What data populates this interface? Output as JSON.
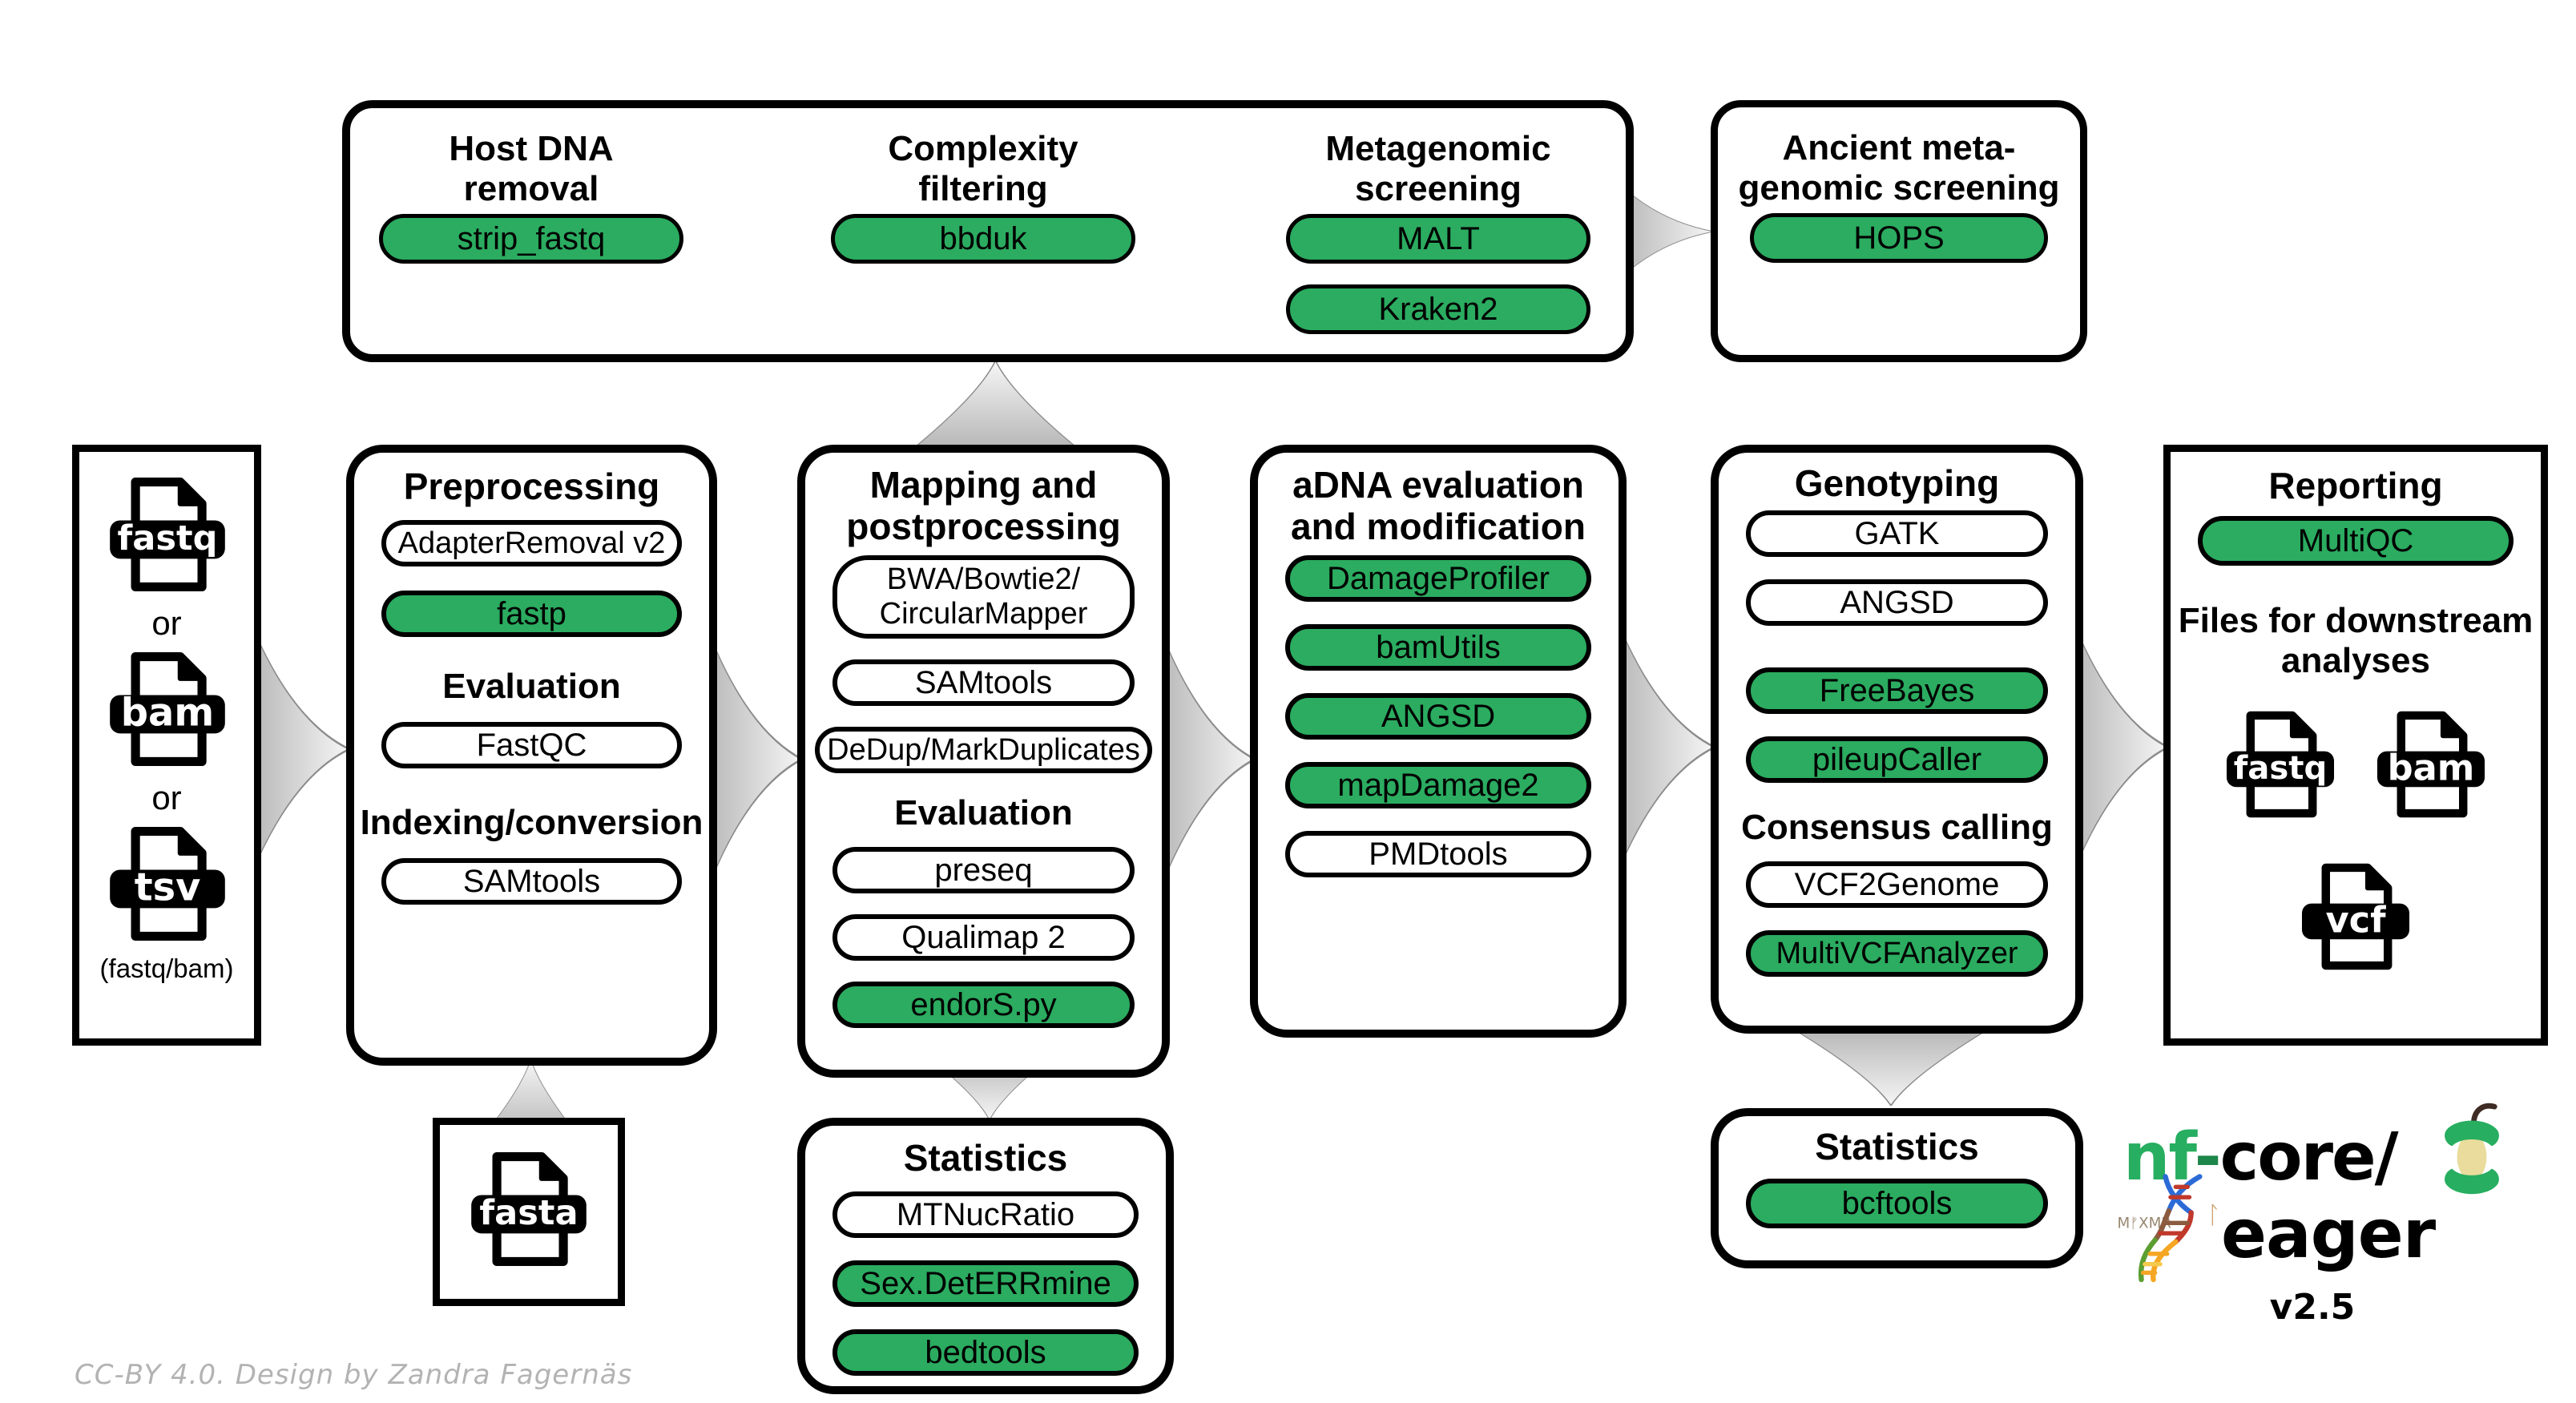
{
  "credit": "CC-BY 4.0. Design by Zandra Fagernäs",
  "colors": {
    "green": "#2BAC60",
    "black": "#000000",
    "arrow_gray_dark": "#9A9A9A",
    "arrow_gray_light": "#F6F6F6",
    "credit_gray": "#B3B3B3",
    "logo_green": "#27AE60"
  },
  "top_box": {
    "host_removal": {
      "title": "Host DNA\nremoval",
      "tool1": "strip_fastq"
    },
    "complexity": {
      "title": "Complexity\nfiltering",
      "tool1": "bbduk"
    },
    "metagenomic": {
      "title": "Metagenomic\nscreening",
      "tool1": "MALT",
      "tool2": "Kraken2"
    }
  },
  "ancient_box": {
    "title": "Ancient meta-\ngenomic screening",
    "tool1": "HOPS"
  },
  "input_box": {
    "file1": "fastq",
    "or1": "or",
    "file2": "bam",
    "or2": "or",
    "file3": "tsv",
    "note": "(fastq/bam)"
  },
  "reference_box": {
    "file": "fasta"
  },
  "preprocessing": {
    "title": "Preprocessing",
    "tool1": "AdapterRemoval v2",
    "tool2": "fastp",
    "subtitle1": "Evaluation",
    "tool3": "FastQC",
    "subtitle2": "Indexing/conversion",
    "tool4": "SAMtools"
  },
  "mapping": {
    "title": "Mapping and\npostprocessing",
    "tool1": "BWA/Bowtie2/\nCircularMapper",
    "tool2": "SAMtools",
    "tool3": "DeDup/MarkDuplicates",
    "subtitle1": "Evaluation",
    "tool4": "preseq",
    "tool5": "Qualimap 2",
    "tool6": "endorS.py"
  },
  "adna": {
    "title": "aDNA evaluation\nand modification",
    "tool1": "DamageProfiler",
    "tool2": "bamUtils",
    "tool3": "ANGSD",
    "tool4": "mapDamage2",
    "tool5": "PMDtools"
  },
  "genotyping": {
    "title": "Genotyping",
    "tool1": "GATK",
    "tool2": "ANGSD",
    "tool3": "FreeBayes",
    "tool4": "pileupCaller",
    "subtitle1": "Consensus calling",
    "tool5": "VCF2Genome",
    "tool6": "MultiVCFAnalyzer"
  },
  "reporting": {
    "title": "Reporting",
    "tool1": "MultiQC",
    "subtitle": "Files for downstream\nanalyses",
    "file1": "fastq",
    "file2": "bam",
    "file3": "vcf"
  },
  "stats_mapping": {
    "title": "Statistics",
    "tool1": "MTNucRatio",
    "tool2": "Sex.DetERRmine",
    "tool3": "bedtools"
  },
  "stats_genotyping": {
    "title": "Statistics",
    "tool1": "bcftools"
  },
  "logo": {
    "nf": "nf",
    "dash": "-",
    "core": "core/",
    "eager": "eager",
    "runes": "MᚠXMR",
    "rune2": "ᛚ",
    "version": "v2.5"
  }
}
